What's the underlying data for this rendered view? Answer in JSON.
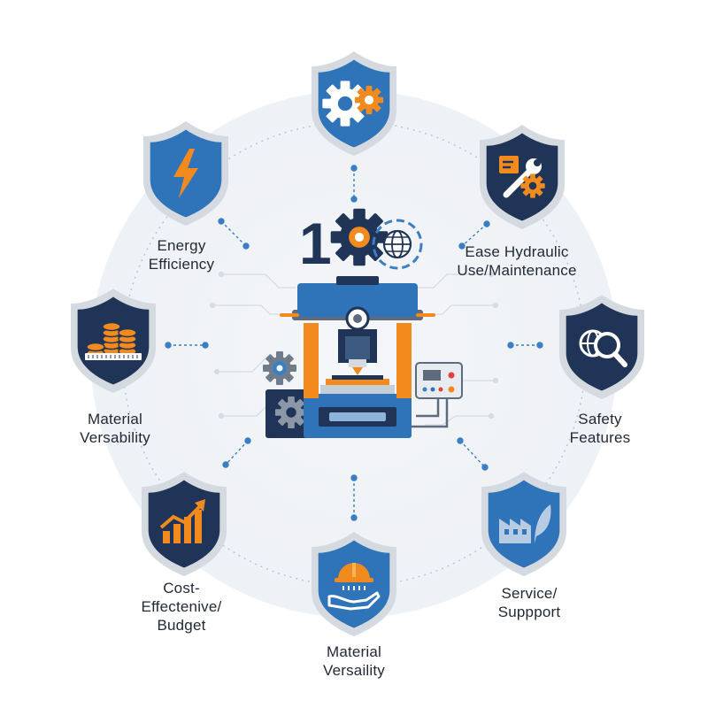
{
  "center": {
    "logo_digit": "1"
  },
  "features": [
    {
      "id": "gears",
      "shield_color": "#2f73b9",
      "icon": "gears-icon",
      "lines": []
    },
    {
      "id": "ease",
      "shield_color": "#1f3456",
      "icon": "wrench-gear-icon",
      "lines": [
        "Ease Hydraulic",
        "Use/Maintenance"
      ]
    },
    {
      "id": "safety",
      "shield_color": "#1f3456",
      "icon": "globe-magnifier-icon",
      "lines": [
        "Safety",
        "Features"
      ]
    },
    {
      "id": "service",
      "shield_color": "#2f73b9",
      "icon": "factory-leaf-icon",
      "lines": [
        "Service/",
        "Suppport"
      ]
    },
    {
      "id": "material-bottom",
      "shield_color": "#2f73b9",
      "icon": "hardhat-hand-icon",
      "lines": [
        "Material",
        "Versaility"
      ]
    },
    {
      "id": "cost",
      "shield_color": "#1f3456",
      "icon": "growth-chart-icon",
      "lines": [
        "Cost-",
        "Effectenive/",
        "Budget"
      ]
    },
    {
      "id": "material-left",
      "shield_color": "#1f3456",
      "icon": "coin-stacks-icon",
      "lines": [
        "Material",
        "Versability"
      ]
    },
    {
      "id": "energy",
      "shield_color": "#2f73b9",
      "icon": "lightning-icon",
      "lines": [
        "Energy",
        "Efficiency"
      ]
    }
  ],
  "colors": {
    "navy": "#1f3456",
    "blue": "#2f73b9",
    "orange": "#f28a1e",
    "rim": "#d5dae0",
    "dot": "#3a7fc4"
  }
}
